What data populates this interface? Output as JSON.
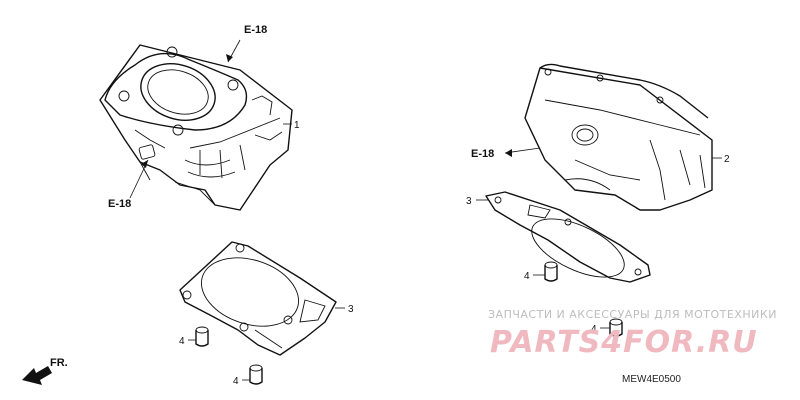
{
  "callouts": {
    "e18_top": "E-18",
    "e18_left": "E-18",
    "e18_right": "E-18",
    "part_1": "1",
    "part_2": "2",
    "part_3_left": "3",
    "part_3_right": "3",
    "part_4_a": "4",
    "part_4_b": "4",
    "part_4_c": "4",
    "part_4_d": "4"
  },
  "direction": {
    "label": "FR."
  },
  "diagram_code": "MEW4E0500",
  "watermark": {
    "tagline": "ЗАПЧАСТИ И АКСЕССУАРЫ ДЛЯ МОТОТЕХНИКИ",
    "brand": "PARTS4FOR.RU"
  },
  "colors": {
    "line": "#111111",
    "watermark_brand": "#f0b9c0",
    "watermark_text": "#bdbdbd"
  }
}
